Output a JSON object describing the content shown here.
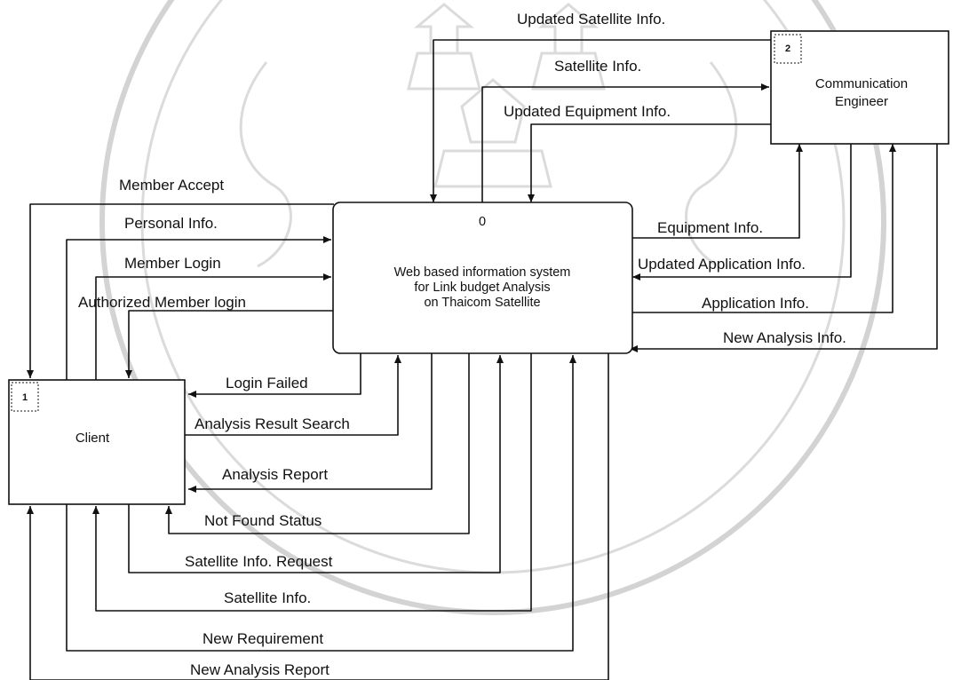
{
  "center_process": {
    "id": "0",
    "lines": [
      "Web based information system",
      "for Link budget Analysis",
      "on Thaicom Satellite"
    ]
  },
  "entities": {
    "client": {
      "id": "1",
      "name": "Client"
    },
    "engineer": {
      "id": "2",
      "name_lines": [
        "Communication",
        "Engineer"
      ]
    }
  },
  "flows": {
    "updated_satellite_info": "Updated Satellite Info.",
    "satellite_info_to_engineer": "Satellite Info.",
    "updated_equipment_info": "Updated Equipment Info.",
    "equipment_info": "Equipment Info.",
    "updated_application_info": "Updated Application Info.",
    "application_info": "Application Info.",
    "new_analysis_info": "New Analysis Info.",
    "member_accept": "Member Accept",
    "personal_info": "Personal Info.",
    "member_login": "Member Login",
    "authorized_member_login": "Authorized Member login",
    "login_failed": "Login Failed",
    "analysis_result_search": "Analysis Result Search",
    "analysis_report": "Analysis Report",
    "not_found_status": "Not Found Status",
    "satellite_info_request": "Satellite Info. Request",
    "satellite_info_to_client": "Satellite Info.",
    "new_requirement": "New Requirement",
    "new_analysis_report": "New Analysis Report"
  },
  "watermark": {
    "shape": "university-seal"
  }
}
